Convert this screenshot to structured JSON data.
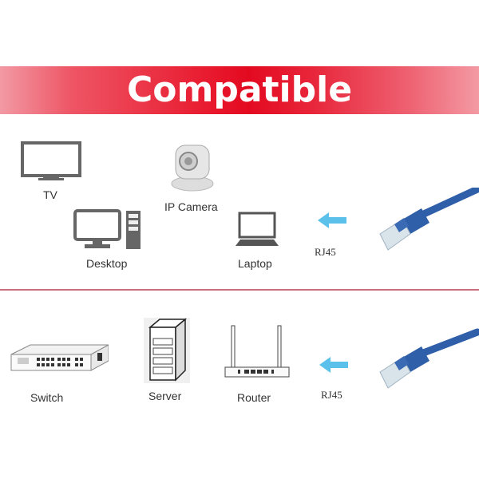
{
  "banner": {
    "title": "Compatible",
    "color": "#e30a20"
  },
  "sections": [
    {
      "devices": [
        {
          "label": "TV",
          "icon": "tv-icon"
        },
        {
          "label": "IP Camera",
          "icon": "ip-camera-icon"
        },
        {
          "label": "Desktop",
          "icon": "desktop-icon"
        },
        {
          "label": "Laptop",
          "icon": "laptop-icon"
        }
      ],
      "connector": {
        "label": "RJ45",
        "arrow": "arrow-left-icon",
        "cable": "rj45-cable-icon"
      }
    },
    {
      "devices": [
        {
          "label": "Switch",
          "icon": "switch-icon"
        },
        {
          "label": "Server",
          "icon": "server-icon"
        },
        {
          "label": "Router",
          "icon": "router-icon"
        }
      ],
      "connector": {
        "label": "RJ45",
        "arrow": "arrow-left-icon",
        "cable": "rj45-cable-icon"
      }
    }
  ],
  "colors": {
    "arrow": "#5bc0ea",
    "cable": "#2f5fa8",
    "icon_gray": "#666666",
    "divider": "#c9707a"
  }
}
